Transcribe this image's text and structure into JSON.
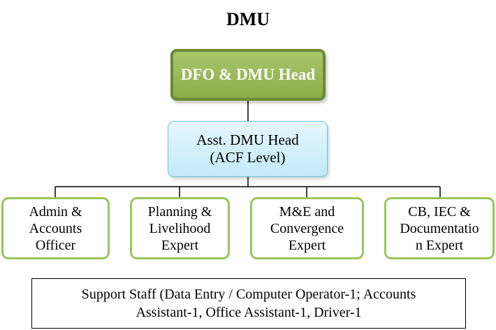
{
  "title": "DMU",
  "head": {
    "label": "DFO & DMU Head"
  },
  "assistant": {
    "label": "Asst. DMU Head\n(ACF Level)"
  },
  "experts": [
    {
      "label": "Admin &\nAccounts\nOfficer"
    },
    {
      "label": "Planning &\nLivelihood\nExpert"
    },
    {
      "label": "M&E and\nConvergence\nExpert"
    },
    {
      "label": "CB, IEC &\nDocumentatio\nn Expert"
    }
  ],
  "support": {
    "label": "Support Staff (Data Entry / Computer Operator-1; Accounts\nAssistant-1, Office Assistant-1, Driver-1"
  },
  "colors": {
    "head_fill": "#8cae4a",
    "head_border": "#6b8a35",
    "assistant_fill": "#c2eaf8",
    "assistant_border": "#6fc3e0",
    "expert_border": "#9bc55c",
    "connector": "#000000"
  }
}
